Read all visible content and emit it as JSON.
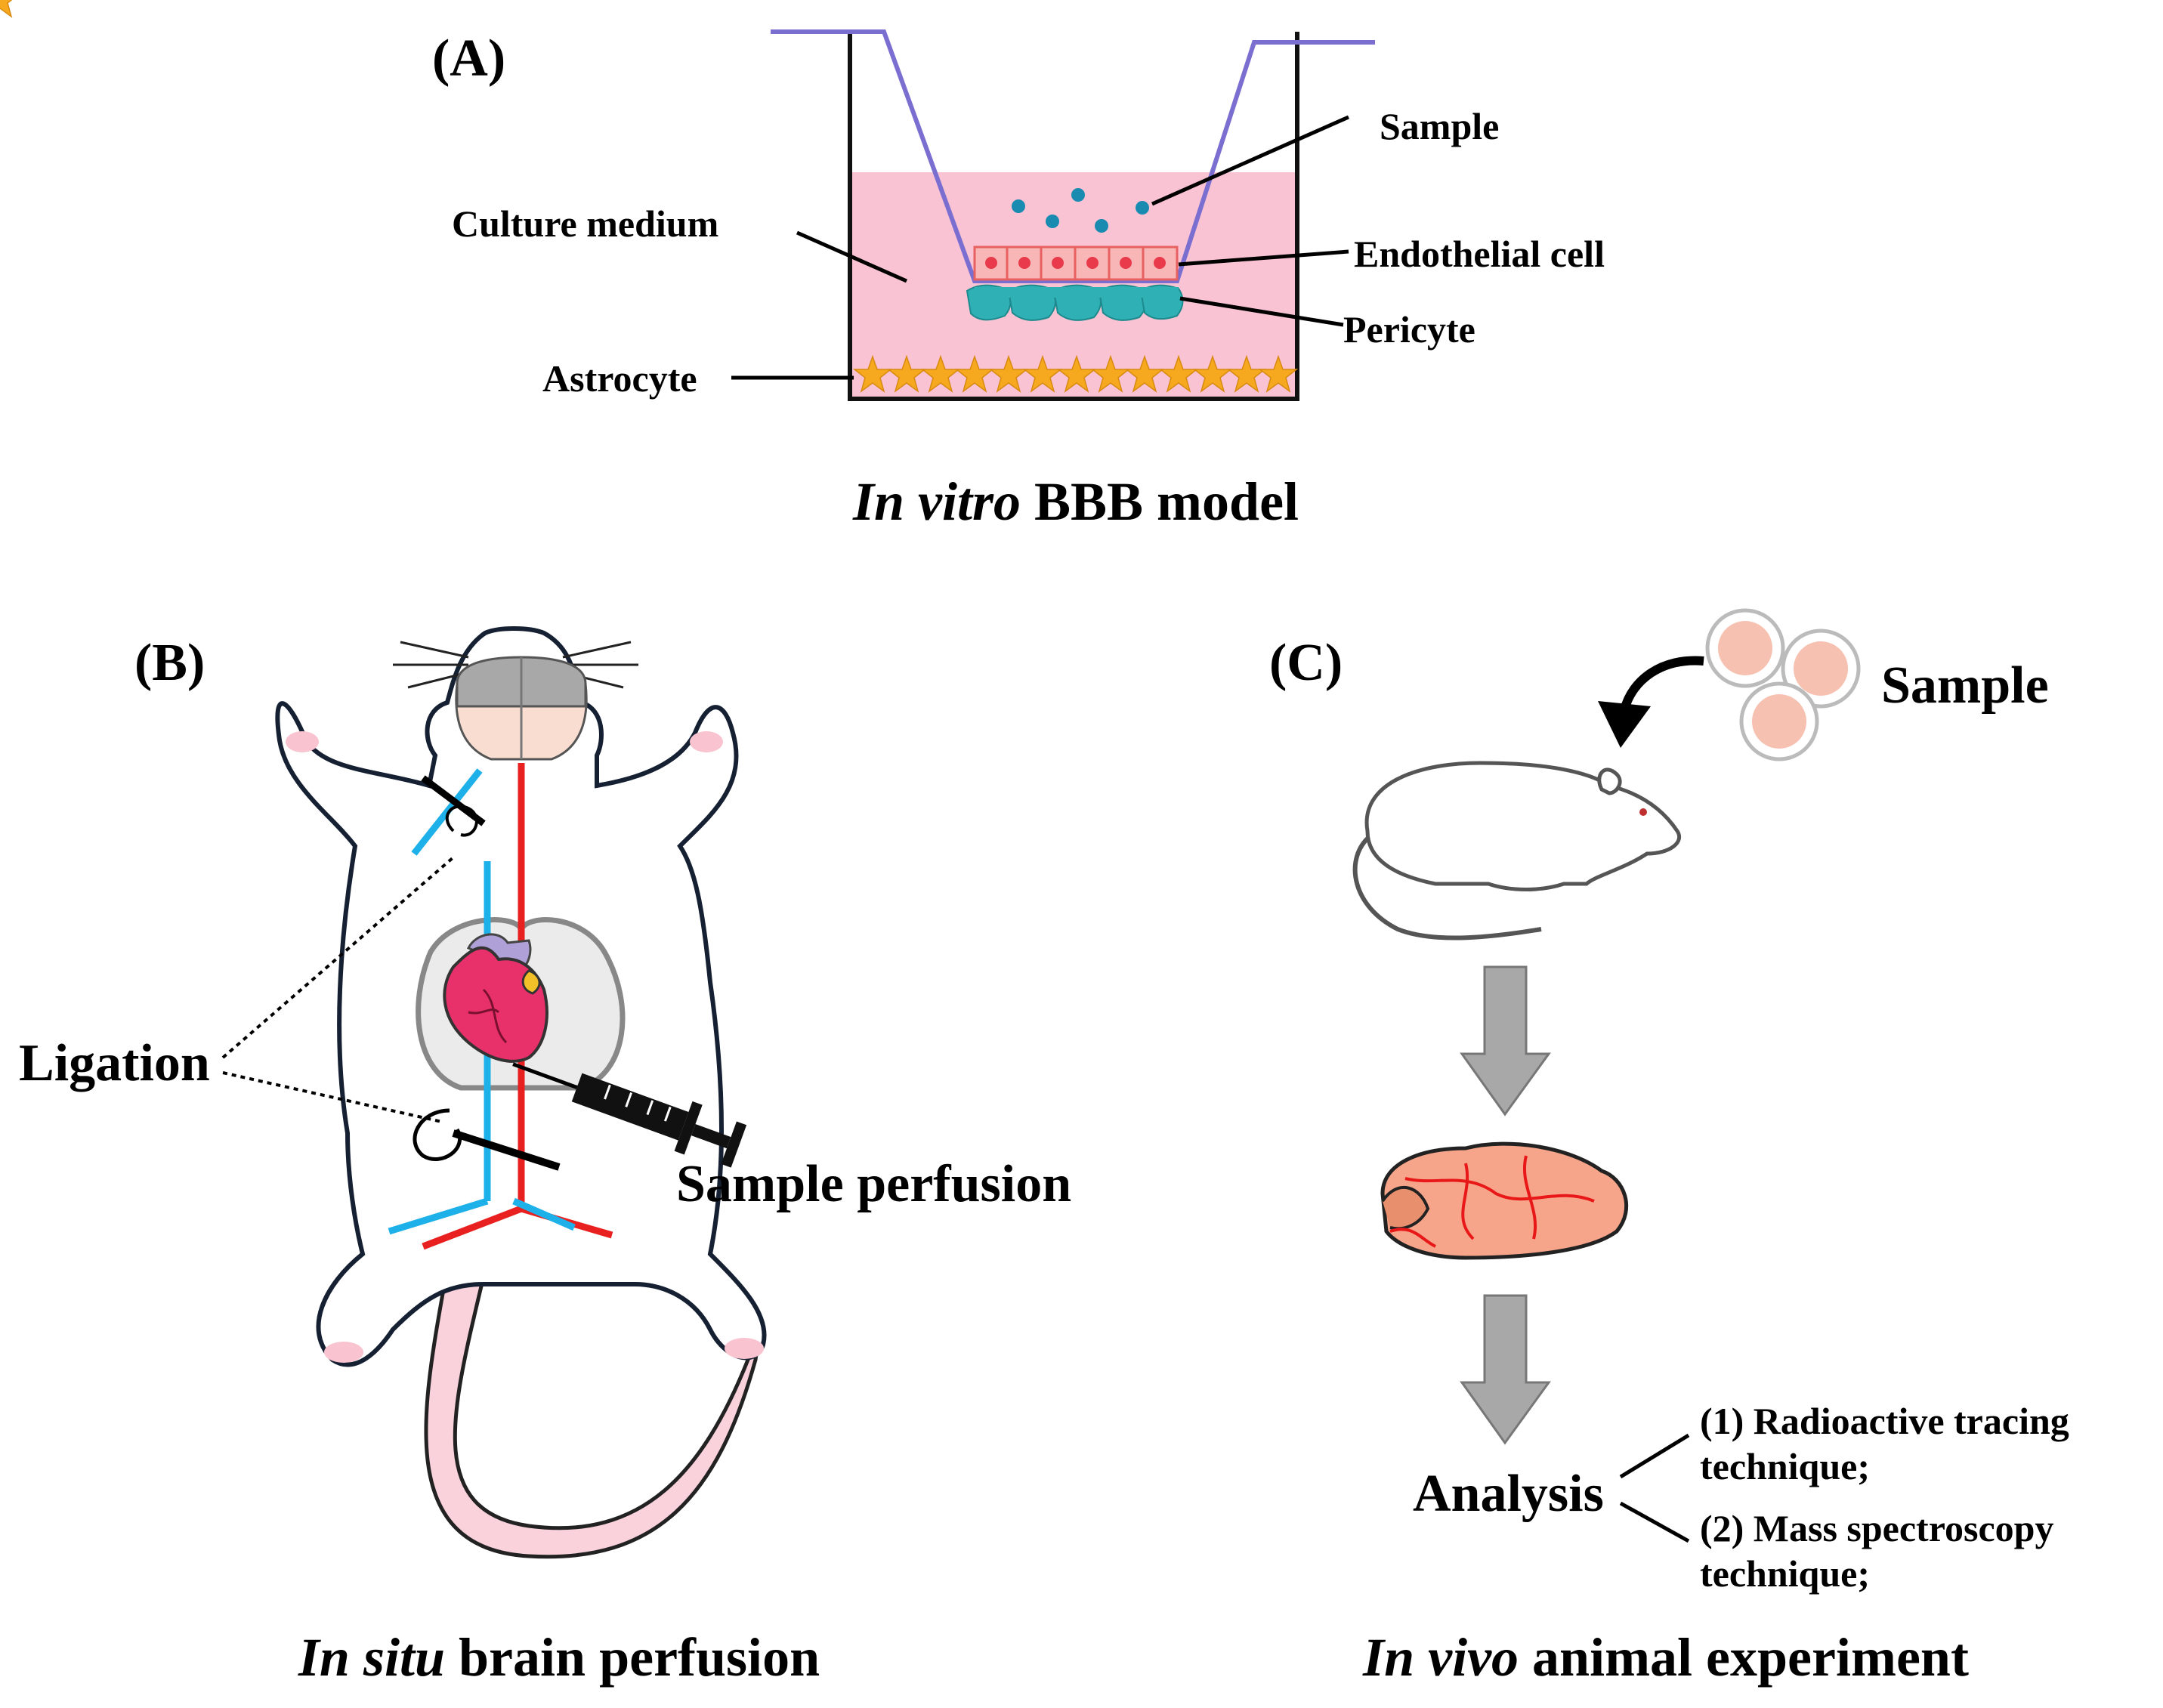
{
  "panel_a": {
    "letter": "(A)",
    "labels": {
      "sample": "Sample",
      "culture_medium": "Culture medium",
      "endothelial_cell": "Endothelial cell",
      "pericyte": "Pericyte",
      "astrocyte": "Astrocyte"
    },
    "caption_italic": "In vitro",
    "caption_rest": " BBB model",
    "colors": {
      "medium": "#f9c3d4",
      "insert": "#7a6fd0",
      "endothelial": "#f28a8a",
      "pericyte": "#2fb0b4",
      "astrocyte": "#f6a81e",
      "sample_dot": "#1a8bb0"
    }
  },
  "panel_b": {
    "letter": "(B)",
    "labels": {
      "ligation": "Ligation",
      "sample_perfusion": "Sample perfusion"
    },
    "caption_italic": "In situ",
    "caption_rest": " brain perfusion",
    "colors": {
      "vein": "#1eb0e8",
      "artery": "#e82020",
      "heart": "#e8306a",
      "tail": "#f9d2dc"
    }
  },
  "panel_c": {
    "letter": "(C)",
    "labels": {
      "sample": "Sample",
      "analysis": "Analysis",
      "item1_line1": "(1) Radioactive tracing",
      "item1_line2": "technique;",
      "item2_line1": "(2) Mass spectroscopy",
      "item2_line2": "technique;"
    },
    "caption_italic": "In vivo",
    "caption_rest": " animal experiment",
    "colors": {
      "pill": "#f6c1b0",
      "arrow": "#a8a8a8",
      "brain": "#f7a58a",
      "vessel": "#e81818"
    }
  }
}
